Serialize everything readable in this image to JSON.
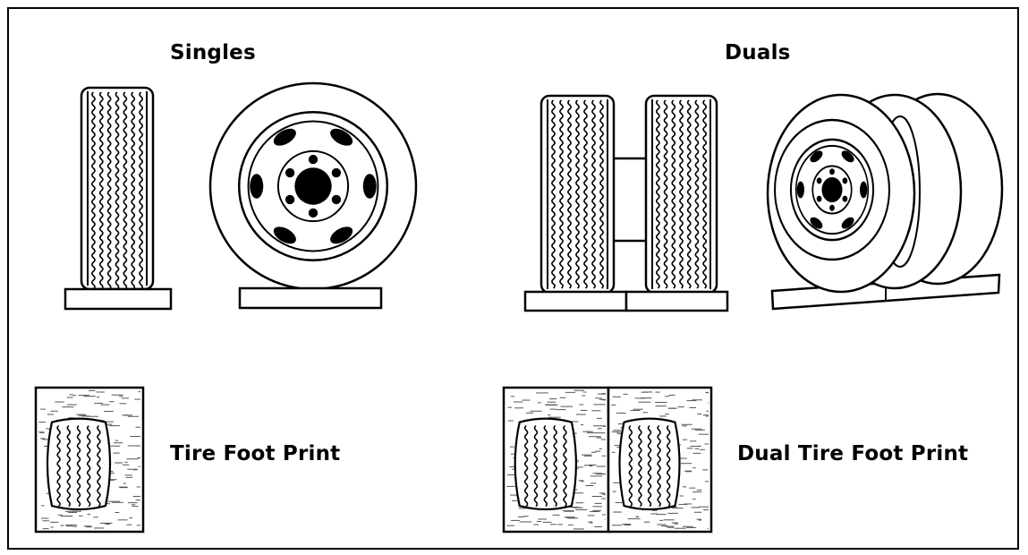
{
  "diagram": {
    "singles_title": "Singles",
    "duals_title": "Duals",
    "single_footprint_label": "Tire Foot Print",
    "dual_footprint_label": "Dual Tire Foot Print"
  },
  "colors": {
    "ink": "#000000",
    "paper": "#ffffff",
    "speckle": "#555555"
  }
}
